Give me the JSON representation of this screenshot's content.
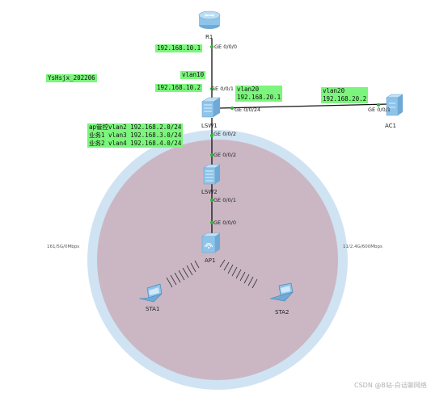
{
  "colors": {
    "cell_outer": "#cfe3f3",
    "cell_inner": "#cbb7c4",
    "note_bg": "#7CF57C",
    "port_dot": "#29b829",
    "device_blue": "#8ec4ea"
  },
  "devices": {
    "router": {
      "label": "R1",
      "icon": "router-icon"
    },
    "lsw1": {
      "label": "LSW1",
      "icon": "l3-switch-icon"
    },
    "lsw2": {
      "label": "LSW2",
      "icon": "l2-switch-icon"
    },
    "ac1": {
      "label": "AC1",
      "icon": "access-controller-icon"
    },
    "ap1": {
      "label": "AP1",
      "icon": "access-point-icon"
    },
    "sta1": {
      "label": "STA1",
      "icon": "laptop-icon"
    },
    "sta2": {
      "label": "STA2",
      "icon": "laptop-icon"
    }
  },
  "ports": {
    "r1_g000": "GE 0/0/0",
    "lsw1_g001": "GE 0/0/1",
    "lsw1_g024": "GE 0/0/24",
    "lsw1_g002": "GE 0/0/2",
    "lsw2_g002": "GE 0/0/2",
    "lsw2_g001": "GE 0/0/1",
    "ap1_g000": "GE 0/0/0",
    "ac1_g001": "GE 0/0/1"
  },
  "notes": {
    "r1_ip": "192.168.10.1",
    "author": "YsHsjx_202206",
    "vlan10": "vlan10",
    "lsw1_ip": "192.168.10.2",
    "vlan20_l1": "vlan20",
    "vlan20_l2": "192.168.20.1",
    "ac_vlan_l1": "vlan20",
    "ac_vlan_l2": "192.168.20.2",
    "vlans_l1": "ap管控vlan2 192.168.2.0/24",
    "vlans_l2": "业务1 vlan3 192.168.3.0/24",
    "vlans_l3": "业务2 vlan4 192.168.4.0/24"
  },
  "bands": {
    "left": "161/5G/0Mbps",
    "right": "11/2.4G/600Mbps"
  },
  "watermark": "CSDN @B站-白话聊网络"
}
